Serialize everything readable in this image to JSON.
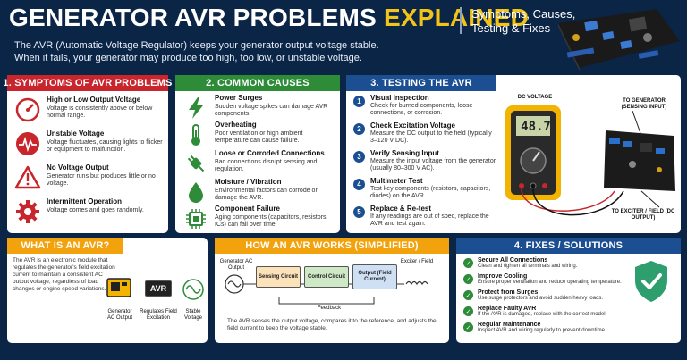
{
  "header": {
    "title_main": "GENERATOR AVR PROBLEMS",
    "title_highlight": "EXPLAINED",
    "subtitle": "Symptoms, Causes, Testing & Fixes",
    "intro_line1": "The AVR (Automatic Voltage Regulator) keeps your generator output voltage stable.",
    "intro_line2": "When it fails, your generator may produce too high, too low, or unstable voltage."
  },
  "symptoms": {
    "heading": "1. SYMPTOMS OF AVR PROBLEMS",
    "items": [
      {
        "icon": "gauge-icon",
        "title": "High or Low Output Voltage",
        "text": "Voltage is consistently above or below normal range."
      },
      {
        "icon": "pulse-icon",
        "title": "Unstable Voltage",
        "text": "Voltage fluctuates, causing lights to flicker or equipment to malfunction."
      },
      {
        "icon": "warning-icon",
        "title": "No Voltage Output",
        "text": "Generator runs but produces little or no voltage."
      },
      {
        "icon": "gear-icon",
        "title": "Intermittent Operation",
        "text": "Voltage comes and goes randomly."
      }
    ]
  },
  "causes": {
    "heading": "2. COMMON CAUSES",
    "items": [
      {
        "icon": "lightning-icon",
        "title": "Power Surges",
        "text": "Sudden voltage spikes can damage AVR components."
      },
      {
        "icon": "thermometer-icon",
        "title": "Overheating",
        "text": "Poor ventilation or high ambient temperature can cause failure."
      },
      {
        "icon": "plug-icon",
        "title": "Loose or Corroded Connections",
        "text": "Bad connections disrupt sensing and regulation."
      },
      {
        "icon": "droplet-icon",
        "title": "Moisture / Vibration",
        "text": "Environmental factors can corrode or damage the AVR."
      },
      {
        "icon": "chip-icon",
        "title": "Component Failure",
        "text": "Aging components (capacitors, resistors, ICs) can fail over time."
      }
    ]
  },
  "testing": {
    "heading": "3. TESTING THE AVR",
    "steps": [
      {
        "n": "1",
        "title": "Visual Inspection",
        "text": "Check for burned components, loose connections, or corrosion."
      },
      {
        "n": "2",
        "title": "Check Excitation Voltage",
        "text": "Measure the DC output to the field (typically 3–120 V DC)."
      },
      {
        "n": "3",
        "title": "Verify Sensing Input",
        "text": "Measure the input voltage from the generator (usually 80–300 V AC)."
      },
      {
        "n": "4",
        "title": "Multimeter Test",
        "text": "Test key components (resistors, capacitors, diodes) on the AVR."
      },
      {
        "n": "5",
        "title": "Replace & Re-test",
        "text": "If any readings are out of spec, replace the AVR and test again."
      }
    ],
    "dc_voltage_label": "DC VOLTAGE",
    "meter_reading": "48.7",
    "to_generator_label": "TO GENERATOR (SENSING INPUT)",
    "to_exciter_label": "TO EXCITER / FIELD (DC OUTPUT)"
  },
  "what_is": {
    "heading": "WHAT IS AN AVR?",
    "text": "The AVR is an electronic module that regulates the generator's field excitation current to maintain a consistent AC output voltage, regardless of load changes or engine speed variations.",
    "avr_box": "AVR",
    "label_gen": "Generator AC Output",
    "label_reg": "Regulates Field Excitation",
    "label_stable": "Stable Voltage"
  },
  "how_works": {
    "heading": "HOW AN AVR WORKS (SIMPLIFIED)",
    "gen_label": "Generator AC Output",
    "exciter_label": "Exciter / Field",
    "box1": "Sensing Circuit",
    "box2": "Control Circuit",
    "box3": "Output (Field Current)",
    "feedback": "Feedback",
    "text": "The AVR senses the output voltage, compares it to the reference, and adjusts the field current to keep the voltage stable."
  },
  "fixes": {
    "heading": "4. FIXES / SOLUTIONS",
    "items": [
      {
        "title": "Secure All Connections",
        "text": "Clean and tighten all terminals and wiring."
      },
      {
        "title": "Improve Cooling",
        "text": "Ensure proper ventilation and reduce operating temperature."
      },
      {
        "title": "Protect from Surges",
        "text": "Use surge protectors and avoid sudden heavy loads."
      },
      {
        "title": "Replace Faulty AVR",
        "text": "If the AVR is damaged, replace with the correct model."
      },
      {
        "title": "Regular Maintenance",
        "text": "Inspect AVR and wiring regularly to prevent downtime."
      }
    ]
  },
  "colors": {
    "navy": "#0b2547",
    "red": "#c8252c",
    "green": "#2e8b37",
    "blue": "#1c4f92",
    "orange": "#f2a20c",
    "yellow": "#f2c318"
  }
}
